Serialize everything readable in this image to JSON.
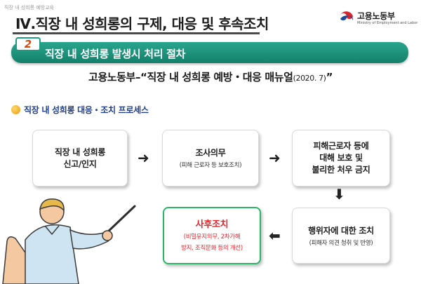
{
  "header": {
    "course_label": "직장 내 성희롱 예방교육",
    "title": "Ⅳ.직장 내 성희롱의 구제, 대응 및 후속조치"
  },
  "logo": {
    "name_ko": "고용노동부",
    "name_en": "Ministry of Employment and Labor",
    "icon": "taegeuk-emblem-icon"
  },
  "banner": {
    "number": "2",
    "title": "직장 내 성희롱 발생시 처리 절차"
  },
  "reference": {
    "text": "고용노동부–“직장 내 성희롱 예방・대응 매뉴얼",
    "year": "(2020. 7)",
    "close_quote": "”"
  },
  "section": {
    "title": "직장 내 성희롱 대응・조치 프로세스",
    "icon": "bullet-dot-icon"
  },
  "process": {
    "step1": {
      "line1": "직장 내 성희롱",
      "line2": "신고/인지"
    },
    "step2": {
      "title": "조사의무",
      "note": "(피해 근로자 등 보호조치)"
    },
    "step3": {
      "line1": "피해근로자 등에",
      "line2": "대해 보호 및",
      "line3": "불리한 처우 금지"
    },
    "step4": {
      "title": "행위자에 대한 조치",
      "note": "(피해자 의견 청취 및 반영)"
    },
    "step5": {
      "title": "사후조치",
      "note1": "(비밀유지의무, 2차가해",
      "note2": "방지, 조직문화 등의 개선)"
    },
    "arrows": {
      "right": "➜",
      "down": "⬇",
      "left": "⬅"
    }
  },
  "colors": {
    "banner_green": "#1b937b",
    "accent_red": "#e8232b",
    "highlight_border": "#2bb566",
    "section_blue": "#1f3e8c"
  }
}
